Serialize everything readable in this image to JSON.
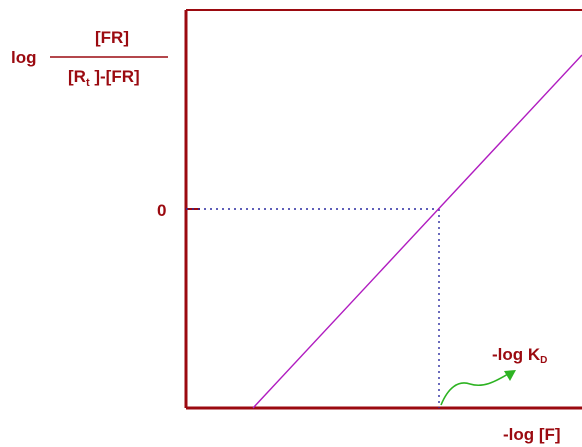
{
  "colors": {
    "axis": "#9b0a10",
    "text": "#9b0a10",
    "line": "#b01cc0",
    "guide": "#2a2aa0",
    "arrow": "#2db322",
    "background": "#ffffff"
  },
  "y_axis_label": {
    "prefix": "log",
    "numerator": "[FR]",
    "denominator_main": "[R",
    "denominator_subscript": "t",
    "denominator_rest": " ]-[FR]"
  },
  "y_zero_label": "0",
  "x_axis_label": "-log [F]",
  "kd_label": {
    "main": "-log K",
    "subscript": "D"
  },
  "icons": {
    "kd_pointer": "curved-arrow-icon"
  }
}
